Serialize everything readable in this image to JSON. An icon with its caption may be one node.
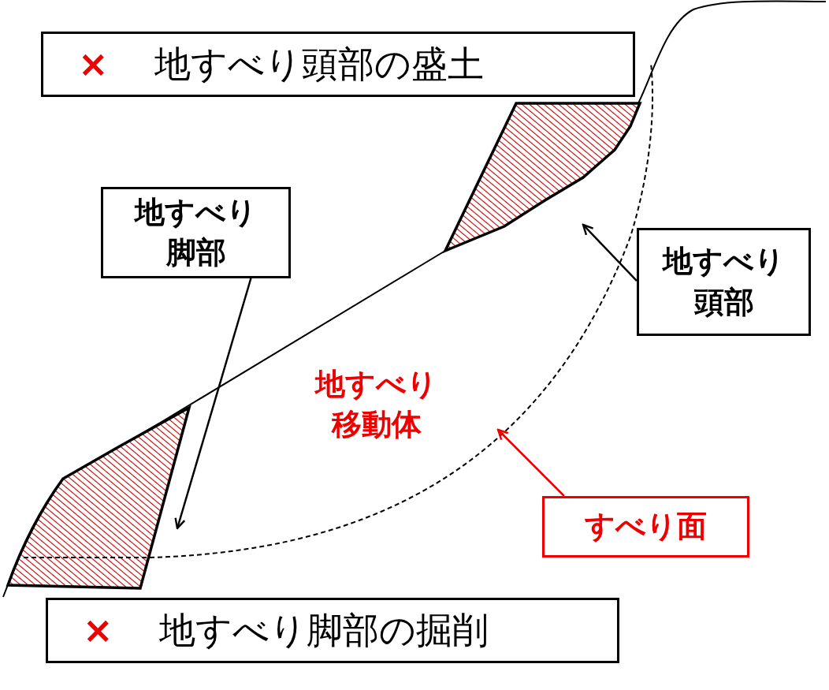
{
  "diagram": {
    "nodes": [
      {
        "text": [
          "×",
          "地すべり頭部の盛土"
        ]
      },
      {
        "text": [
          "地すべり脚部"
        ]
      },
      {
        "text": [
          "地すべり頭部"
        ]
      },
      {
        "text": [
          "すべり面"
        ]
      },
      {
        "text": [
          "×",
          "地すべり脚部の掘削"
        ]
      }
    ],
    "edges": [
      {
        "from": 1,
        "to": null,
        "arrow": "to"
      },
      {
        "from": 2,
        "to": null,
        "arrow": "to"
      },
      {
        "from": 3,
        "to": null,
        "arrow": "to",
        "color": "#ee0000"
      }
    ],
    "labels": [
      "地すべり移動体"
    ]
  }
}
